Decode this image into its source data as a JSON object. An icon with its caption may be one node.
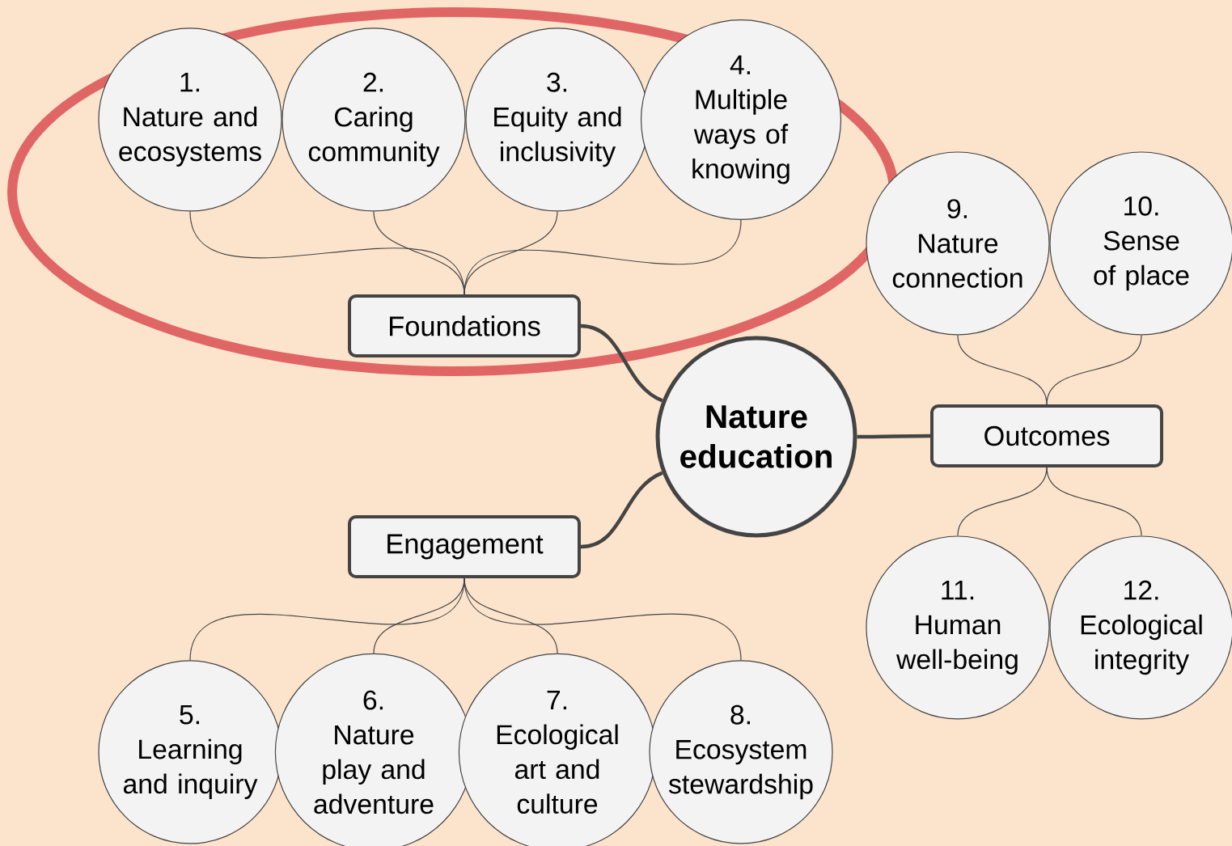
{
  "diagram": {
    "nodes": [
      {
        "text": [
          "Nature education"
        ]
      },
      {
        "text": [
          "Foundations"
        ]
      },
      {
        "text": [
          "1.",
          "Nature and ecosystems"
        ]
      },
      {
        "text": [
          "2.",
          "Caring community"
        ]
      },
      {
        "text": [
          "3.",
          "Equity and inclusivity"
        ]
      },
      {
        "text": [
          "4.",
          "Multiple ways of knowing"
        ]
      },
      {
        "text": [
          "Engagement"
        ]
      },
      {
        "text": [
          "5.",
          "Learning and inquiry"
        ]
      },
      {
        "text": [
          "6.",
          "Nature play and adventure"
        ]
      },
      {
        "text": [
          "7.",
          "Ecological art and culture"
        ]
      },
      {
        "text": [
          "8.",
          "Ecosystem stewardship"
        ]
      },
      {
        "text": [
          "Outcomes"
        ]
      },
      {
        "text": [
          "9.",
          "Nature connection"
        ]
      },
      {
        "text": [
          "10.",
          "Sense of place"
        ]
      },
      {
        "text": [
          "11.",
          "Human well-being"
        ]
      },
      {
        "text": [
          "12.",
          "Ecological integrity"
        ]
      }
    ],
    "edges": [
      {
        "from": 0,
        "to": 1,
        "arrow": "none",
        "style": "thick"
      },
      {
        "from": 0,
        "to": 6,
        "arrow": "none",
        "style": "thick"
      },
      {
        "from": 0,
        "to": 11,
        "arrow": "none",
        "style": "thick"
      },
      {
        "from": 1,
        "to": 2,
        "arrow": "none"
      },
      {
        "from": 1,
        "to": 3,
        "arrow": "none"
      },
      {
        "from": 1,
        "to": 4,
        "arrow": "none"
      },
      {
        "from": 1,
        "to": 5,
        "arrow": "none"
      },
      {
        "from": 6,
        "to": 7,
        "arrow": "none"
      },
      {
        "from": 6,
        "to": 8,
        "arrow": "none"
      },
      {
        "from": 6,
        "to": 9,
        "arrow": "none"
      },
      {
        "from": 6,
        "to": 10,
        "arrow": "none"
      },
      {
        "from": 11,
        "to": 12,
        "arrow": "none"
      },
      {
        "from": 11,
        "to": 13,
        "arrow": "none"
      },
      {
        "from": 11,
        "to": 14,
        "arrow": "none"
      },
      {
        "from": 11,
        "to": 15,
        "arrow": "none"
      }
    ]
  }
}
